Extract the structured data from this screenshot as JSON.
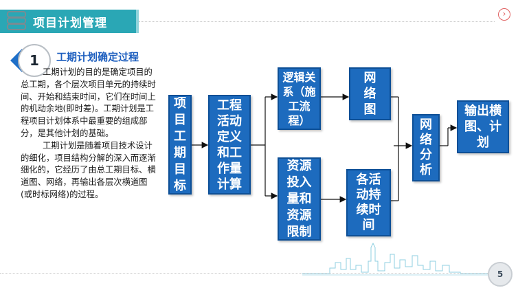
{
  "header": {
    "title": "项目计划管理"
  },
  "section": {
    "number": "1",
    "title": "工期计划确定过程"
  },
  "body": {
    "p1": "工期计划的目的是确定项目的总工期，各个层次项目单元的持续时间、开始和结束时间，它们在时间上的机动余地(即时差)。工期计划是工程项目计划体系中最重要的组成部分，是其他计划的基础。",
    "p2": "工期计划是随着项目技术设计的细化，项目结构分解的深入而逐渐细化的，它经历了由总工期目标、横道图、网络，再输出各层次横道图(或时标网络)的过程。"
  },
  "flow": {
    "goal": "项目工期目标",
    "activity": "工程活动定义和工作量计算",
    "logic": "逻辑关系（施工流程）",
    "resource": "资源投入量和资源限制",
    "network_chart": "网络图",
    "durations": "各活动持续时间",
    "analysis": "网络分析",
    "output": "输出横图、计划"
  },
  "footer": {
    "page": "5"
  },
  "colors": {
    "accent": "#2aa7b5",
    "box": "#1d6bbe",
    "title": "#1e5fbf"
  }
}
